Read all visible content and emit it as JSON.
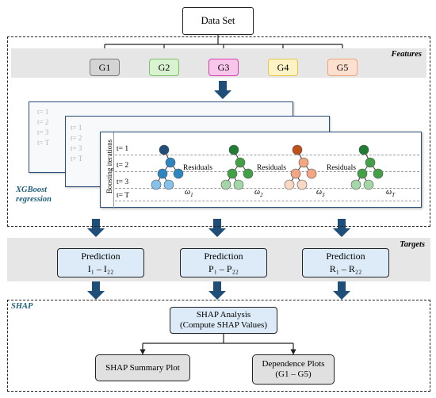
{
  "top": {
    "dataset_label": "Data Set"
  },
  "features": {
    "label": "Features",
    "groups": [
      {
        "label": "G1",
        "fill": "#d4d4d4",
        "border": "#7a7a7a"
      },
      {
        "label": "G2",
        "fill": "#d9f2d0",
        "border": "#7fbf6a"
      },
      {
        "label": "G3",
        "fill": "#f7c6ea",
        "border": "#d83fae"
      },
      {
        "label": "G4",
        "fill": "#fdf3c4",
        "border": "#e6c64a"
      },
      {
        "label": "G5",
        "fill": "#fde0cf",
        "border": "#eda27a"
      }
    ]
  },
  "xgboost": {
    "label_line1": "XGBoost",
    "label_line2": "regression",
    "side_label": "Boosting iterations",
    "rows": [
      "t= 1",
      "t= 2",
      "t= 3",
      "t= T"
    ],
    "residual_label": "Residuals",
    "weights": [
      "ω1",
      "ω2",
      "ω3",
      "ωT"
    ],
    "tree_colors": [
      {
        "root": "#1f4e79",
        "mid": "#2e86c1",
        "leaf": "#85c1e9"
      },
      {
        "root": "#1e7d32",
        "mid": "#43a047",
        "leaf": "#a5d6a7"
      },
      {
        "root": "#c0501a",
        "mid": "#f4a582",
        "leaf": "#fad7c3"
      },
      {
        "root": "#1e7d32",
        "mid": "#43a047",
        "leaf": "#a5d6a7"
      }
    ]
  },
  "targets": {
    "label": "Targets",
    "predictions": [
      {
        "title": "Prediction",
        "range": "I₁ – I₂₂"
      },
      {
        "title": "Prediction",
        "range": "P₁ – P₂₂"
      },
      {
        "title": "Prediction",
        "range": "R₁ – R₂₂"
      }
    ]
  },
  "shap": {
    "label": "SHAP",
    "analysis_line1": "SHAP Analysis",
    "analysis_line2": "(Compute SHAP Values)",
    "summary_label": "SHAP Summary Plot",
    "dependence_line1": "Dependence Plots",
    "dependence_line2": "(G1 – G5)"
  },
  "colors": {
    "arrow": "#1f4e79",
    "band": "#e6e6e6",
    "prediction_fill": "#dcebf7",
    "shap_box_fill": "#dcebf7",
    "gray_box_fill": "#e0e0e0",
    "section_accent": "#1f5f7a"
  }
}
